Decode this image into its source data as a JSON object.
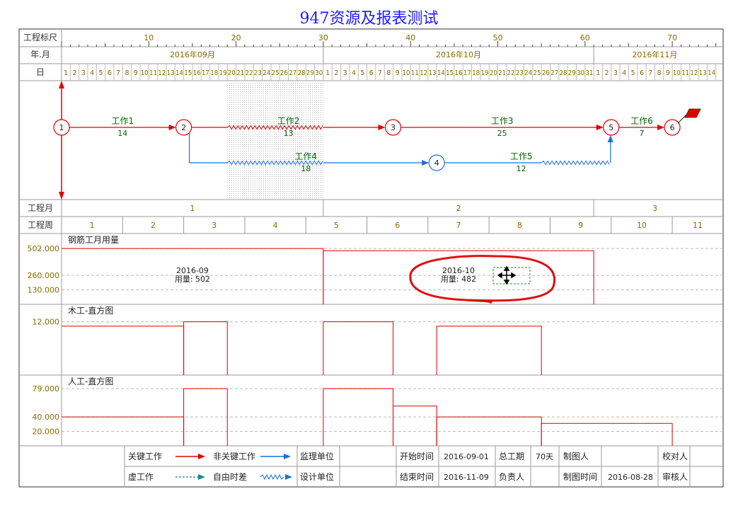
{
  "title": "947资源及报表测试",
  "colors": {
    "critical": "#e00000",
    "noncritical": "#1a6fe0",
    "label": "#8a6a00",
    "task": "#006600",
    "border": "#333333",
    "grid": "#999999",
    "title": "#1a1aff"
  },
  "rows": {
    "scale": "工程标尺",
    "yearmonth": "年.月",
    "day": "日",
    "project_month": "工程月",
    "project_week": "工程周"
  },
  "scale_ticks": [
    "10",
    "20",
    "30",
    "40",
    "50",
    "60",
    "70"
  ],
  "months": [
    "2016年09月",
    "2016年10月",
    "2016年11月"
  ],
  "days": {
    "sep": 30,
    "oct": 31,
    "nov": 14
  },
  "project_months": [
    "1",
    "2",
    "3"
  ],
  "project_weeks": [
    "1",
    "2",
    "3",
    "4",
    "5",
    "6",
    "7",
    "8",
    "9",
    "10",
    "11"
  ],
  "network": {
    "nodes": [
      {
        "id": "1",
        "day": 0,
        "lane": 0,
        "critical": true
      },
      {
        "id": "2",
        "day": 14,
        "lane": 0,
        "critical": true
      },
      {
        "id": "3",
        "day": 38,
        "lane": 0,
        "critical": true
      },
      {
        "id": "4",
        "day": 43,
        "lane": 1,
        "critical": false
      },
      {
        "id": "5",
        "day": 63,
        "lane": 0,
        "critical": true
      },
      {
        "id": "6",
        "day": 70,
        "lane": 0,
        "critical": true
      }
    ],
    "tasks": [
      {
        "name": "工作1",
        "duration": "14",
        "from": "1",
        "to": "2",
        "critical": true
      },
      {
        "name": "工作2",
        "duration": "13",
        "from": "2",
        "to": "3",
        "critical": true
      },
      {
        "name": "工作3",
        "duration": "25",
        "from": "3",
        "to": "5",
        "critical": true
      },
      {
        "name": "工作6",
        "duration": "7",
        "from": "5",
        "to": "6",
        "critical": true
      },
      {
        "name": "工作4",
        "duration": "18",
        "from": "2",
        "to": "4",
        "critical": false
      },
      {
        "name": "工作5",
        "duration": "12",
        "from": "4",
        "to": "5",
        "critical": false
      }
    ]
  },
  "resource_panels": [
    {
      "name": "钢筋工月用量",
      "ticks": [
        "502.000",
        "260.000",
        "130.000"
      ],
      "tick_values": [
        502,
        260,
        130
      ],
      "max": 560,
      "steps": [
        {
          "start": 0,
          "end": 30,
          "value": 502
        },
        {
          "start": 30,
          "end": 61,
          "value": 482
        }
      ],
      "annotations": [
        {
          "period": "2016-09",
          "usage": "用量: 502",
          "day": 15
        },
        {
          "period": "2016-10",
          "usage": "用量: 482",
          "day": 45.5
        }
      ]
    },
    {
      "name": "木工-直方图",
      "ticks": [
        "12.000"
      ],
      "tick_values": [
        12
      ],
      "max": 14,
      "steps": [
        {
          "start": 0,
          "end": 14,
          "value": 11
        },
        {
          "start": 14,
          "end": 19,
          "value": 12
        },
        {
          "start": 30,
          "end": 38,
          "value": 12
        },
        {
          "start": 43,
          "end": 55,
          "value": 11
        }
      ]
    },
    {
      "name": "人工-直方图",
      "ticks": [
        "79.000",
        "40.000",
        "20.000"
      ],
      "tick_values": [
        79,
        40,
        20
      ],
      "max": 86,
      "steps": [
        {
          "start": 0,
          "end": 14,
          "value": 40
        },
        {
          "start": 14,
          "end": 19,
          "value": 79
        },
        {
          "start": 30,
          "end": 38,
          "value": 79
        },
        {
          "start": 38,
          "end": 43,
          "value": 55
        },
        {
          "start": 43,
          "end": 55,
          "value": 40
        },
        {
          "start": 55,
          "end": 70,
          "value": 31
        }
      ]
    }
  ],
  "footer": {
    "legend": {
      "critical": "关键工作",
      "noncritical": "非关键工作",
      "virtual": "虚工作",
      "float": "自由时差"
    },
    "supervisor_label": "监理单位",
    "design_label": "设计单位",
    "start_label": "开始时间",
    "start_value": "2016-09-01",
    "end_label": "结束时间",
    "end_value": "2016-11-09",
    "total_label": "总工期",
    "total_value": "70天",
    "owner_label": "负责人",
    "drafter_label": "制图人",
    "drawtime_label": "制图时间",
    "drawtime_value": "2016-08-28",
    "checker_label": "校对人",
    "reviewer_label": "审核人"
  }
}
